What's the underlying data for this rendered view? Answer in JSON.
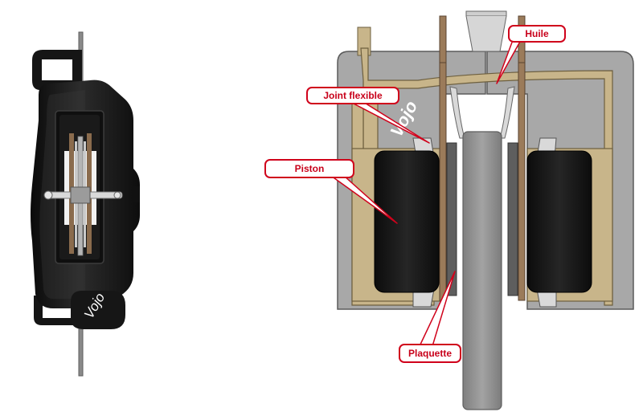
{
  "brand": "Vojo",
  "labels": {
    "oil": "Huile",
    "seal": "Joint flexible",
    "piston": "Piston",
    "pad": "Plaquette"
  },
  "colors": {
    "callout_border": "#d0021b",
    "callout_text": "#c8001a",
    "caliper_body": "#a6a6a6",
    "caliper_outline": "#555555",
    "oil": "#c8b58a",
    "piston": "#141414",
    "disc": "#8e8e8e",
    "pad_backing": "#9b7b5a"
  }
}
